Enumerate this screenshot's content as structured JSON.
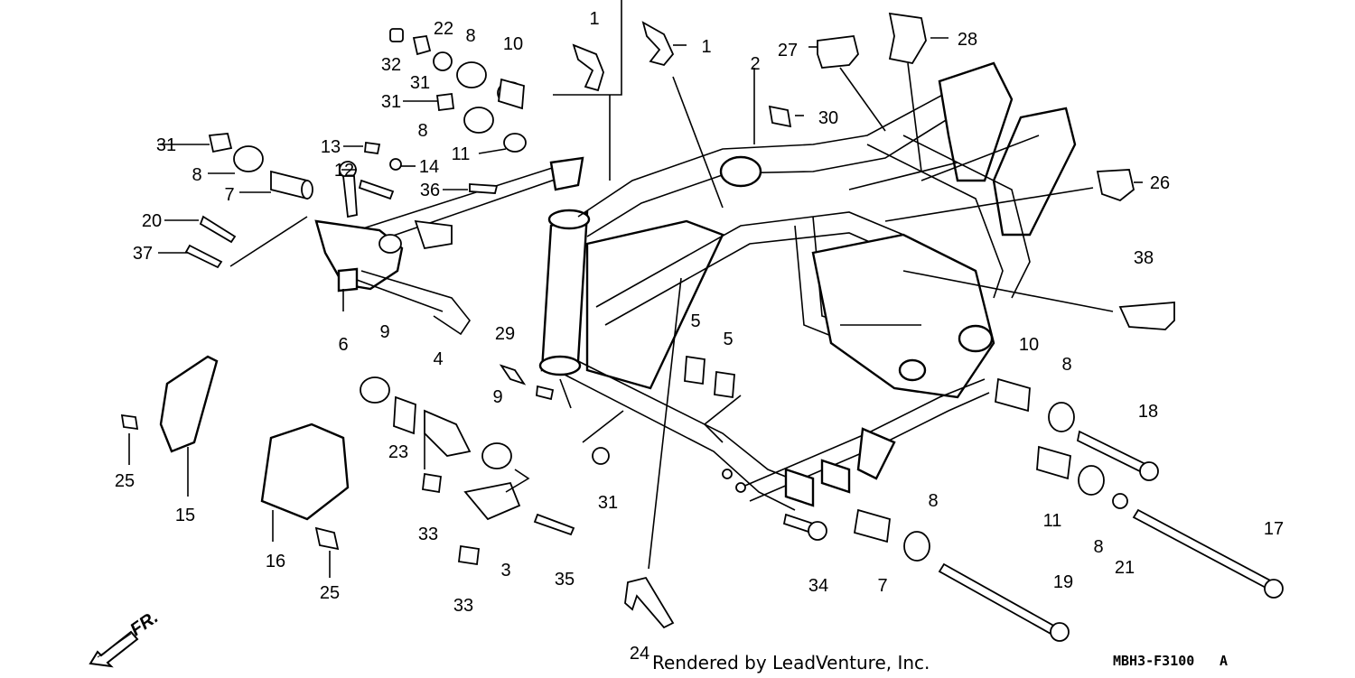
{
  "diagram": {
    "diagram_code": "MBH3-F3100",
    "revision": "A",
    "credit": "Rendered by LeadVenture, Inc.",
    "front_arrow_label": "FR.",
    "callouts": [
      {
        "id": "c1a",
        "label": "1"
      },
      {
        "id": "c1b",
        "label": "1"
      },
      {
        "id": "c2",
        "label": "2"
      },
      {
        "id": "c3",
        "label": "3"
      },
      {
        "id": "c4",
        "label": "4"
      },
      {
        "id": "c5a",
        "label": "5"
      },
      {
        "id": "c5b",
        "label": "5"
      },
      {
        "id": "c6",
        "label": "6"
      },
      {
        "id": "c7a",
        "label": "7"
      },
      {
        "id": "c7b",
        "label": "7"
      },
      {
        "id": "c8a",
        "label": "8"
      },
      {
        "id": "c8b",
        "label": "8"
      },
      {
        "id": "c8c",
        "label": "8"
      },
      {
        "id": "c8d",
        "label": "8"
      },
      {
        "id": "c8e",
        "label": "8"
      },
      {
        "id": "c8f",
        "label": "8"
      },
      {
        "id": "c9a",
        "label": "9"
      },
      {
        "id": "c9b",
        "label": "9"
      },
      {
        "id": "c10a",
        "label": "10"
      },
      {
        "id": "c10b",
        "label": "10"
      },
      {
        "id": "c11a",
        "label": "11"
      },
      {
        "id": "c11b",
        "label": "11"
      },
      {
        "id": "c12",
        "label": "12"
      },
      {
        "id": "c13",
        "label": "13"
      },
      {
        "id": "c14",
        "label": "14"
      },
      {
        "id": "c15",
        "label": "15"
      },
      {
        "id": "c16",
        "label": "16"
      },
      {
        "id": "c17",
        "label": "17"
      },
      {
        "id": "c18",
        "label": "18"
      },
      {
        "id": "c19",
        "label": "19"
      },
      {
        "id": "c20",
        "label": "20"
      },
      {
        "id": "c21",
        "label": "21"
      },
      {
        "id": "c22",
        "label": "22"
      },
      {
        "id": "c23",
        "label": "23"
      },
      {
        "id": "c24",
        "label": "24"
      },
      {
        "id": "c25a",
        "label": "25"
      },
      {
        "id": "c25b",
        "label": "25"
      },
      {
        "id": "c26",
        "label": "26"
      },
      {
        "id": "c27",
        "label": "27"
      },
      {
        "id": "c28",
        "label": "28"
      },
      {
        "id": "c29",
        "label": "29"
      },
      {
        "id": "c30",
        "label": "30"
      },
      {
        "id": "c31a",
        "label": "31"
      },
      {
        "id": "c31b",
        "label": "31"
      },
      {
        "id": "c31c",
        "label": "31"
      },
      {
        "id": "c31d",
        "label": "31"
      },
      {
        "id": "c32",
        "label": "32"
      },
      {
        "id": "c33a",
        "label": "33"
      },
      {
        "id": "c33b",
        "label": "33"
      },
      {
        "id": "c34",
        "label": "34"
      },
      {
        "id": "c35",
        "label": "35"
      },
      {
        "id": "c36",
        "label": "36"
      },
      {
        "id": "c37",
        "label": "37"
      },
      {
        "id": "c38",
        "label": "38"
      }
    ]
  }
}
